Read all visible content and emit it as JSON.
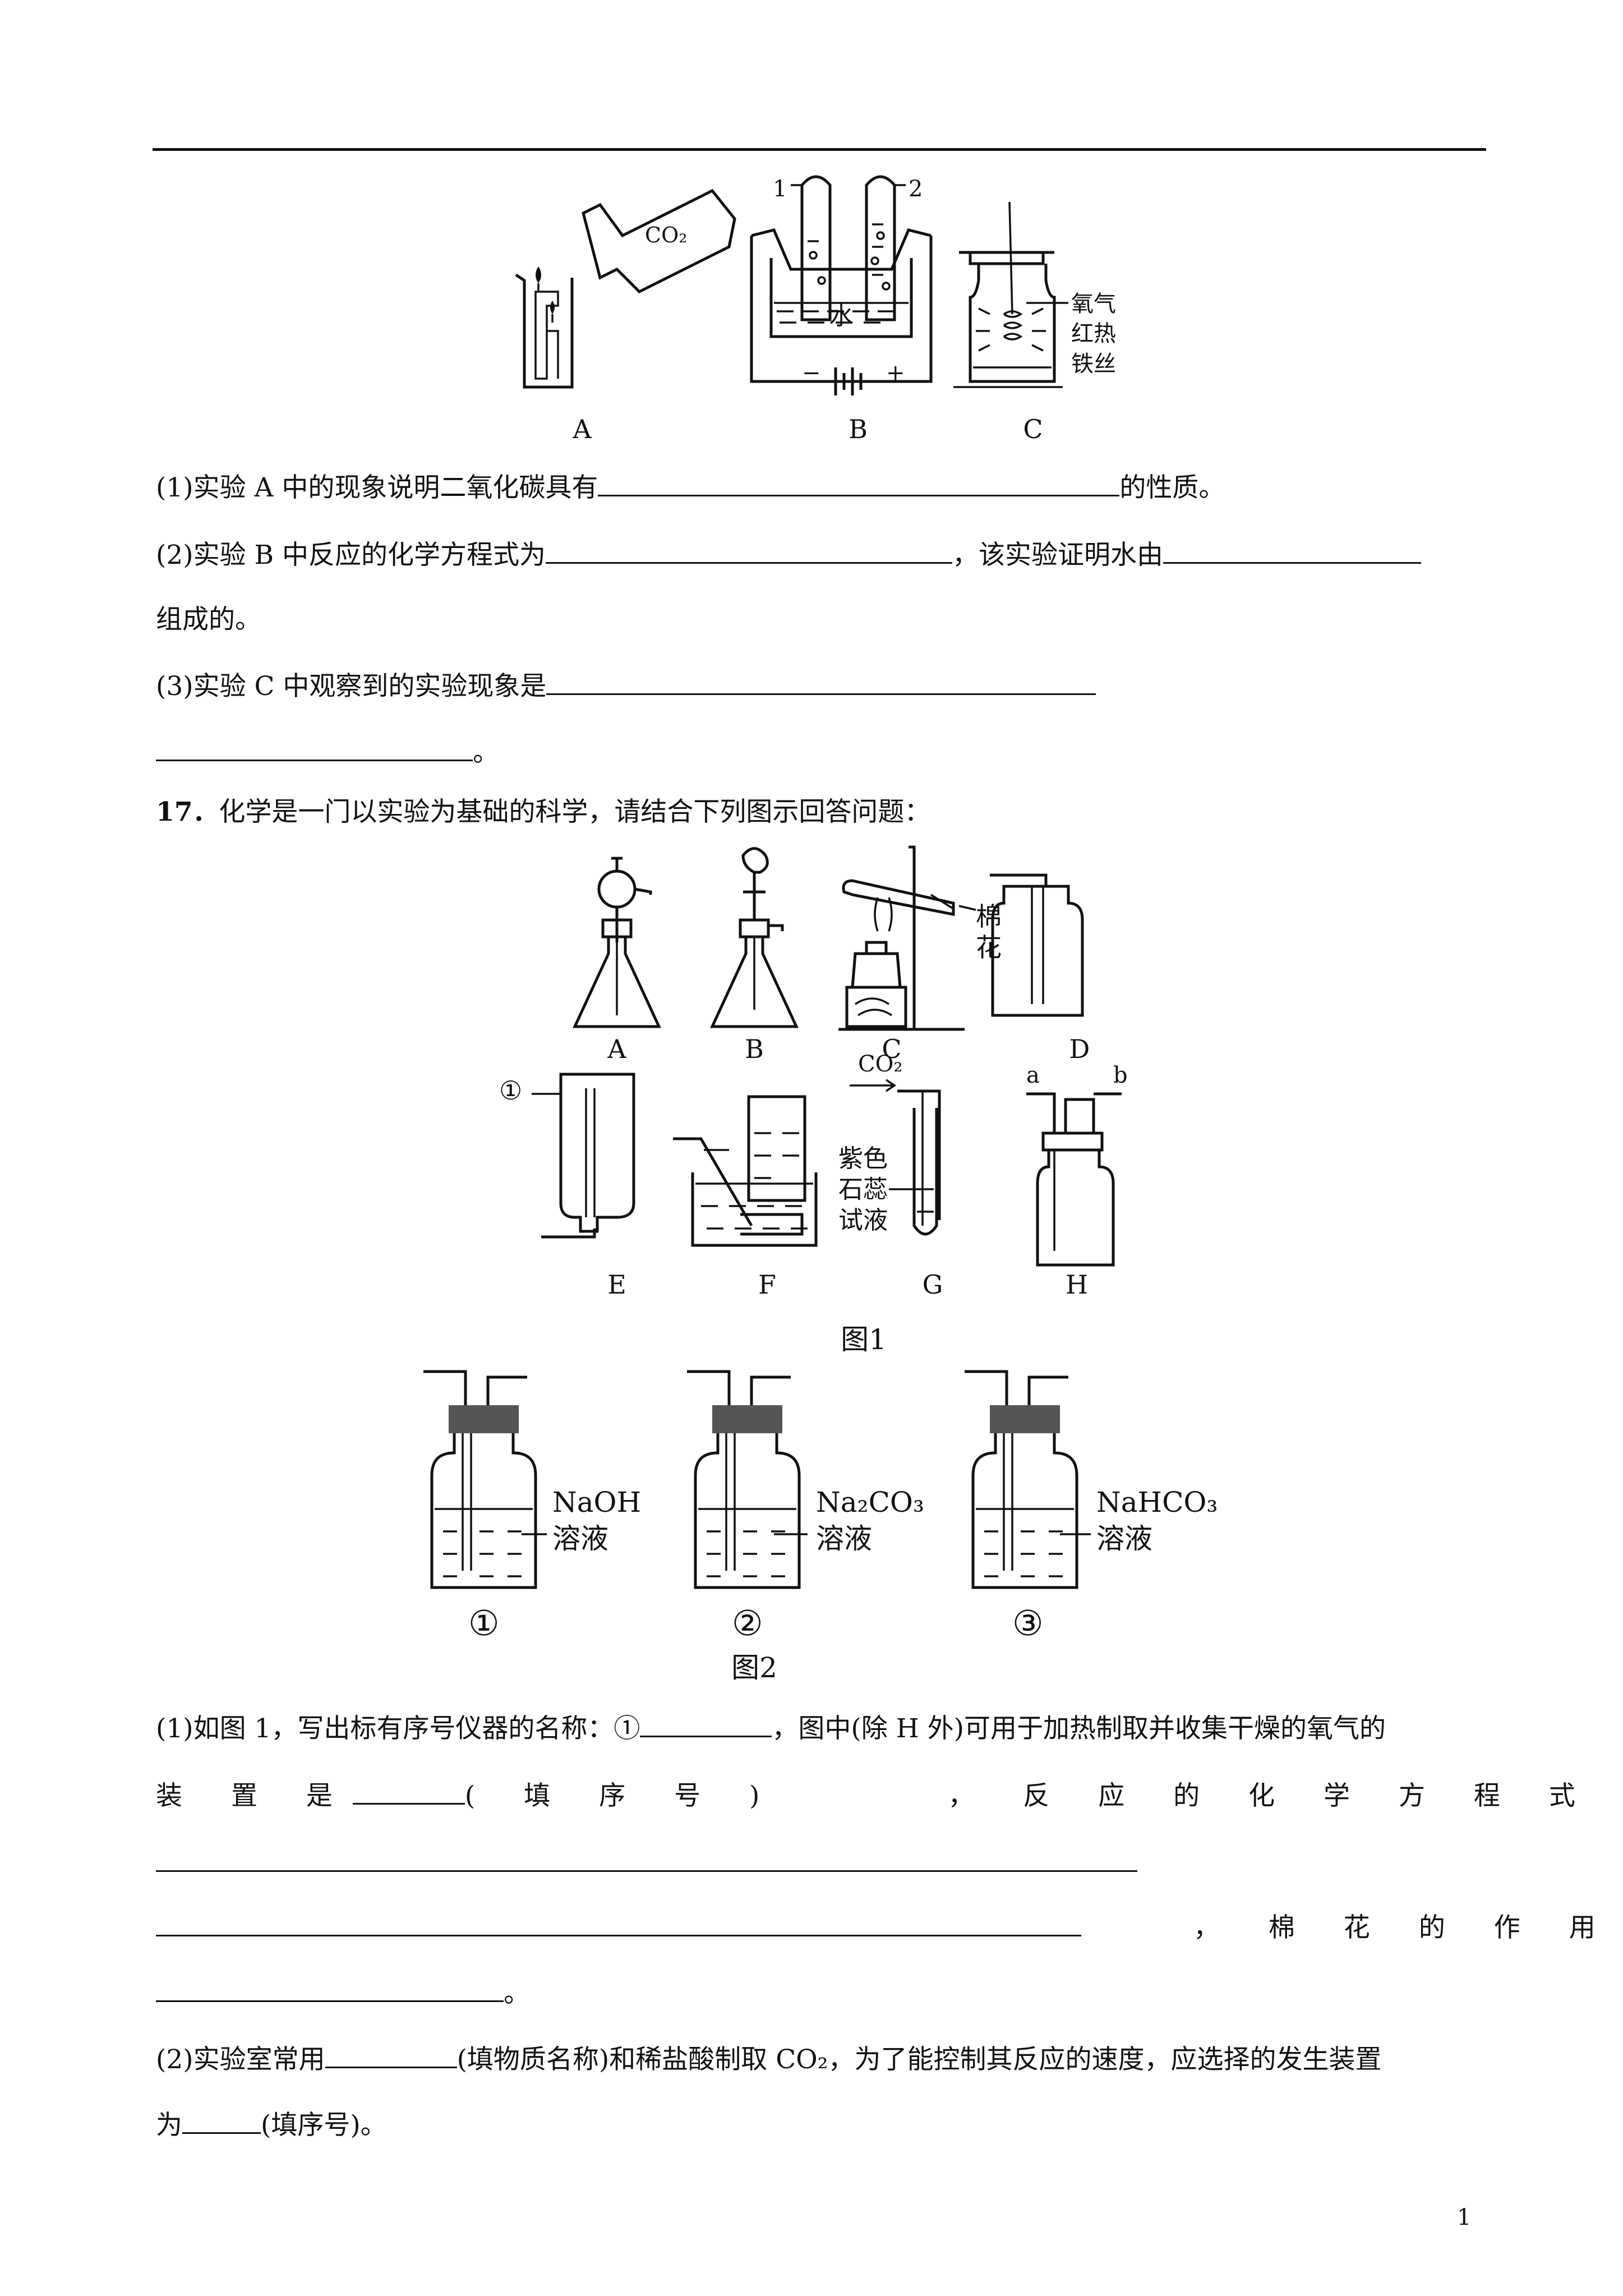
{
  "fig1": {
    "labels": [
      "A",
      "B",
      "C"
    ],
    "co2": "CO₂",
    "tube1": "1",
    "tube2": "2",
    "water": "水",
    "minus": "−",
    "plus": "+",
    "oxygen": "氧气",
    "hot": "红热",
    "iron": "铁丝"
  },
  "q16": {
    "p1_pre": "(1)实验 A 中的现象说明二氧化碳具有",
    "p1_post": "的性质。",
    "p2_pre": "(2)实验 B 中反应的化学方程式为",
    "p2_mid": "，该实验证明水由",
    "p2_cont": "组成的。",
    "p3_pre": "(3)实验 C 中观察到的实验现象是",
    "p3_end": "。"
  },
  "q17": {
    "num": "17．",
    "stem": "化学是一门以实验为基础的科学，请结合下列图示回答问题："
  },
  "fig2": {
    "labels": [
      "A",
      "B",
      "C",
      "D",
      "E",
      "F",
      "G",
      "H"
    ],
    "cotton": [
      "棉",
      "花"
    ],
    "circle1": "①",
    "co2": "CO₂",
    "litmus": [
      "紫色",
      "石蕊",
      "试液"
    ],
    "a": "a",
    "b": "b",
    "caption": "图1"
  },
  "fig3": {
    "sol1": [
      "NaOH",
      "溶液"
    ],
    "sol2": [
      "Na₂CO₃",
      "溶液"
    ],
    "sol3": [
      "NaHCO₃",
      "溶液"
    ],
    "nums": [
      "①",
      "②",
      "③"
    ],
    "caption": "图2"
  },
  "q17_parts": {
    "a1_pre": "(1)如图 1，写出标有序号仪器的名称：①",
    "a1_post": "，图中(除 H 外)可用于加热制取并收集干燥的氧气的",
    "a2_pre": "装 置 是",
    "a2_paren": "( 填 序 号 )",
    "a2_post": "， 反 应 的 化 学 方 程 式 为",
    "a4_post": "， 棉 花 的 作 用 是",
    "a5_end": "。",
    "b1_pre": "(2)实验室常用",
    "b1_mid": "(填物质名称)和稀盐酸制取 CO₂，为了能控制其反应的速度，应选择的发生装置",
    "b2_pre": "为",
    "b2_post": "(填序号)。"
  },
  "page_number": "1"
}
